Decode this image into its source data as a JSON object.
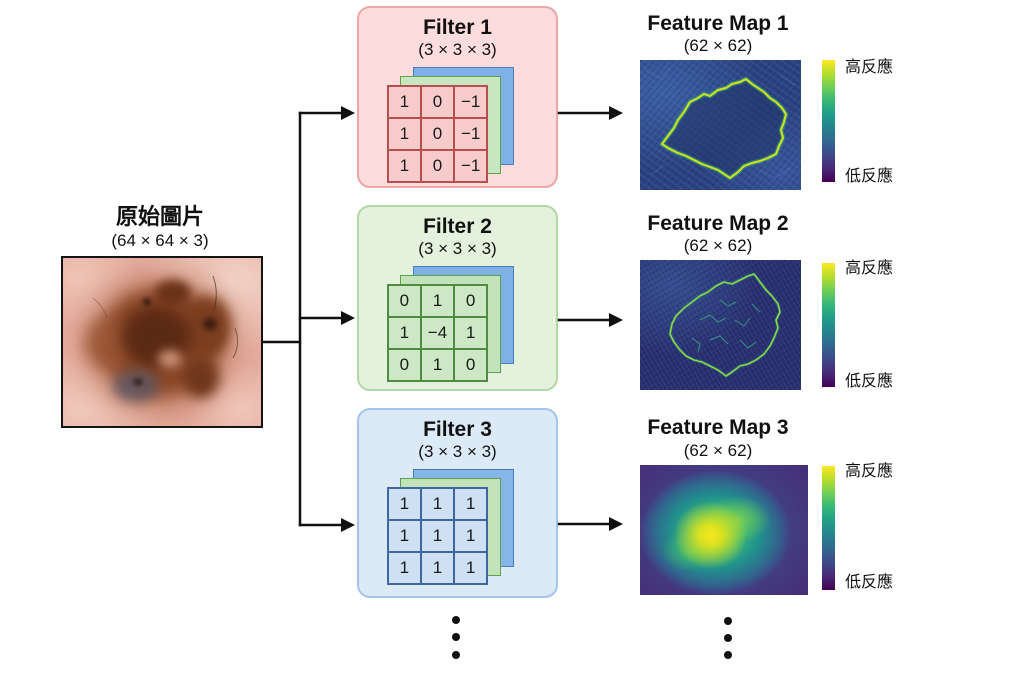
{
  "original_image": {
    "title": "原始圖片",
    "dims": "(64 × 64 × 3)"
  },
  "filters": [
    {
      "title": "Filter 1",
      "dims": "(3 × 3 × 3)",
      "kernel": [
        [
          "1",
          "0",
          "−1"
        ],
        [
          "1",
          "0",
          "−1"
        ],
        [
          "1",
          "0",
          "−1"
        ]
      ],
      "colors": {
        "box_fill": "#fcdcdc",
        "box_border": "#eca6a6",
        "grid_fill": "#f8cccc",
        "grid_line": "#b5504e",
        "middle_layer": "#c8e7c0",
        "back_layer": "#7fb1e7"
      }
    },
    {
      "title": "Filter 2",
      "dims": "(3 × 3 × 3)",
      "kernel": [
        [
          "0",
          "1",
          "0"
        ],
        [
          "1",
          "−4",
          "1"
        ],
        [
          "0",
          "1",
          "0"
        ]
      ],
      "colors": {
        "box_fill": "#e3f1dd",
        "box_border": "#b3d8a7",
        "grid_fill": "#cce8c4",
        "grid_line": "#4f8c41",
        "middle_layer": "#c2e3b9",
        "back_layer": "#7fb1e7"
      }
    },
    {
      "title": "Filter 3",
      "dims": "(3 × 3 × 3)",
      "kernel": [
        [
          "1",
          "1",
          "1"
        ],
        [
          "1",
          "1",
          "1"
        ],
        [
          "1",
          "1",
          "1"
        ]
      ],
      "colors": {
        "box_fill": "#dceaf8",
        "box_border": "#a4c5e9",
        "grid_fill": "#cde0f4",
        "grid_line": "#40679f",
        "middle_layer": "#c2e3b9",
        "back_layer": "#86b5e8"
      }
    }
  ],
  "feature_maps": [
    {
      "title": "Feature Map 1",
      "dims": "(62 × 62)",
      "colorbar_high": "高反應",
      "colorbar_low": "低反應"
    },
    {
      "title": "Feature Map 2",
      "dims": "(62 × 62)",
      "colorbar_high": "高反應",
      "colorbar_low": "低反應"
    },
    {
      "title": "Feature Map 3",
      "dims": "(62 × 62)",
      "colorbar_high": "高反應",
      "colorbar_low": "低反應"
    }
  ],
  "colorbar_colors": [
    "#fde725",
    "#b5de2b",
    "#6ece58",
    "#35b779",
    "#1f9e89",
    "#26828e",
    "#31688e",
    "#3e4989",
    "#482878",
    "#440154"
  ]
}
